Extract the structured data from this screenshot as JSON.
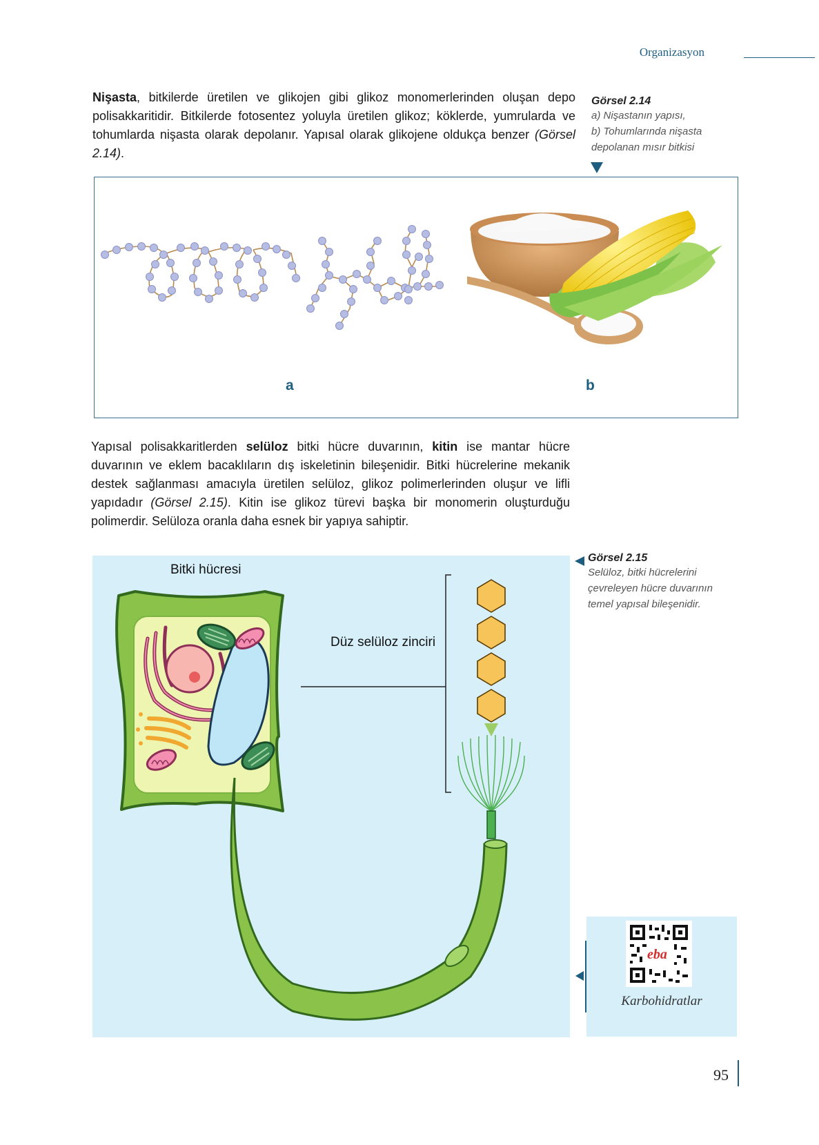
{
  "header": {
    "section_title": "Organizasyon"
  },
  "paragraph1": {
    "bold_term": "Nişasta",
    "text": ", bitkilerde üretilen ve glikojen gibi glikoz monomerlerinden oluşan depo polisakkaritidir. Bitkilerde fotosentez yoluyla üretilen glikoz; köklerde, yumrularda ve tohumlarda nişasta olarak depolanır. Yapısal olarak glikojene oldukça benzer ",
    "ref": "(Görsel 2.14)",
    "end": "."
  },
  "figure1": {
    "caption_title": "Görsel 2.14",
    "caption_a": "a) Nişastanın yapısı,",
    "caption_b": "b) Tohumlarında nişasta depolanan mısır bitkisi",
    "label_a": "a",
    "label_b": "b"
  },
  "paragraph2": {
    "t1": "Yapısal polisakkaritlerden ",
    "b1": "selüloz",
    "t2": " bitki hücre duvarının, ",
    "b2": "kitin",
    "t3": " ise mantar hücre duvarının ve eklem bacaklıların dış iskeletinin bileşenidir. Bitki hücrelerine mekanik destek sağlanması amacıyla üretilen selüloz, glikoz polimerlerinden oluşur ve lifli yapıdadır ",
    "ref": "(Görsel 2.15)",
    "t4": ". Kitin ise glikoz türevi başka bir monomerin oluşturduğu polimerdir. Selüloza oranla daha esnek bir yapıya sahiptir."
  },
  "figure2": {
    "caption_title": "Görsel 2.15",
    "caption_text": "Selüloz, bitki hücrelerini çevreleyen hücre duvarının temel yapısal bileşenidir.",
    "label_cell": "Bitki hücresi",
    "label_chain": "Düz selüloz zinciri"
  },
  "qr": {
    "caption": "Karbohidratlar",
    "logo_text": "eba"
  },
  "page_number": "95"
}
